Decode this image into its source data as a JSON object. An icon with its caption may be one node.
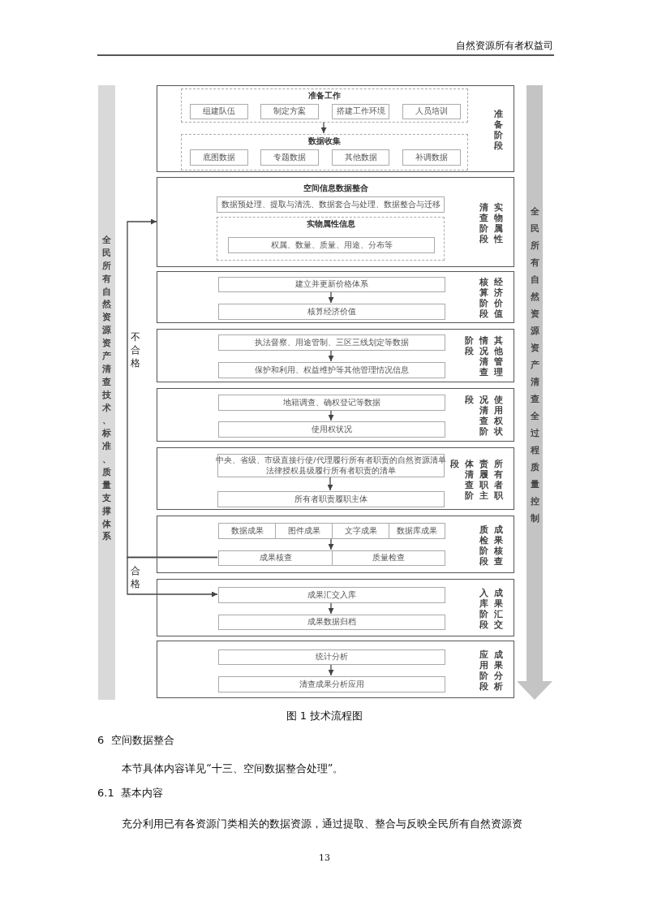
{
  "diagram": {
    "caption": "图 1 技术流程图",
    "nodes": [
      {
        "text": [
          "全民所有自然资源资产清查技术、标准、质量支撑体系"
        ]
      },
      {
        "text": [
          "准备阶段"
        ]
      },
      {
        "text": [
          "准备工作"
        ],
        "in": 1
      },
      {
        "text": [
          "组建队伍"
        ],
        "in": 2
      },
      {
        "text": [
          "制定方案"
        ],
        "in": 2
      },
      {
        "text": [
          "搭建工作环境"
        ],
        "in": 2
      },
      {
        "text": [
          "人员培训"
        ],
        "in": 2
      },
      {
        "text": [
          "数据收集"
        ],
        "in": 1
      },
      {
        "text": [
          "底图数据"
        ],
        "in": 7
      },
      {
        "text": [
          "专题数据"
        ],
        "in": 7
      },
      {
        "text": [
          "其他数据"
        ],
        "in": 7
      },
      {
        "text": [
          "补调数据"
        ],
        "in": 7
      },
      {
        "text": [
          "空间信息数据整合",
          "实物属性清查阶段"
        ]
      },
      {
        "text": [
          "数据预处理、提取与清洗、数据套合与处理、数据整合与迁移"
        ],
        "in": 12
      },
      {
        "text": [
          "实物属性信息"
        ],
        "in": 12
      },
      {
        "text": [
          "权属、数量、质量、用途、分布等"
        ],
        "in": 14
      },
      {
        "text": [
          "经济价值核算阶段"
        ]
      },
      {
        "text": [
          "建立并更新价格体系"
        ],
        "in": 16
      },
      {
        "text": [
          "核算经济价值"
        ],
        "in": 16
      },
      {
        "text": [
          "其他管理情况清查阶段"
        ]
      },
      {
        "text": [
          "执法督察、用途管制、三区三线划定等数据"
        ],
        "in": 19
      },
      {
        "text": [
          "保护和利用、权益维护等其他管理情况信息"
        ],
        "in": 19
      },
      {
        "text": [
          "使用权状况清查阶段"
        ]
      },
      {
        "text": [
          "地籍调查、确权登记等数据"
        ],
        "in": 22
      },
      {
        "text": [
          "使用权状况"
        ],
        "in": 22
      },
      {
        "text": [
          "所有者职责履职主体清查阶段"
        ]
      },
      {
        "text": [
          "中央、省级、市级直接行使/代理履行所有者职责的自然资源清单",
          "法律授权县级履行所有者职责的清单"
        ],
        "in": 25
      },
      {
        "text": [
          "所有者职责履职主体"
        ],
        "in": 25
      },
      {
        "text": [
          "成果核查质检阶段"
        ]
      },
      {
        "text": [
          "数据成果"
        ],
        "in": 28
      },
      {
        "text": [
          "图件成果"
        ],
        "in": 28
      },
      {
        "text": [
          "文字成果"
        ],
        "in": 28
      },
      {
        "text": [
          "数据库成果"
        ],
        "in": 28
      },
      {
        "text": [
          "成果核查"
        ],
        "in": 28
      },
      {
        "text": [
          "质量检查"
        ],
        "in": 28
      },
      {
        "text": [
          "成果汇交入库阶段"
        ]
      },
      {
        "text": [
          "成果汇交入库"
        ],
        "in": 35
      },
      {
        "text": [
          "成果数据归档"
        ],
        "in": 35
      },
      {
        "text": [
          "成果分析应用阶段"
        ]
      },
      {
        "text": [
          "统计分析"
        ],
        "in": 38
      },
      {
        "text": [
          "清查成果分析应用"
        ],
        "in": 38
      },
      {
        "text": [
          "全民所有自然资源资产清查全过程质量控制"
        ]
      }
    ],
    "edges": [
      {
        "from": 2,
        "to": 7,
        "arrow": "to"
      },
      {
        "from": 17,
        "to": 18,
        "arrow": "to"
      },
      {
        "from": 20,
        "to": 21,
        "arrow": "to"
      },
      {
        "from": 23,
        "to": 24,
        "arrow": "to"
      },
      {
        "from": 26,
        "to": 27,
        "arrow": "to"
      },
      {
        "from": 30,
        "to": 33,
        "arrow": "to"
      },
      {
        "from": 30,
        "to": 34,
        "arrow": "to"
      },
      {
        "from": 31,
        "to": 33,
        "arrow": "to"
      },
      {
        "from": 31,
        "to": 34,
        "arrow": "to"
      },
      {
        "from": 33,
        "to": 12,
        "arrow": "to",
        "label": "不合格"
      },
      {
        "from": 33,
        "to": 36,
        "arrow": "to",
        "label": "合格"
      },
      {
        "from": 36,
        "to": 37,
        "arrow": "to"
      },
      {
        "from": 39,
        "to": 40,
        "arrow": "to"
      }
    ],
    "labels": [
      "自然资源所有者权益司",
      "6  空间数据整合",
      "本节具体内容详见“十三、空间数据整合处理”。",
      "6.1  基本内容",
      "充分利用已有各资源门类相关的数据资源，通过提取、整合与反映全民所有自然资源资",
      "13"
    ]
  }
}
